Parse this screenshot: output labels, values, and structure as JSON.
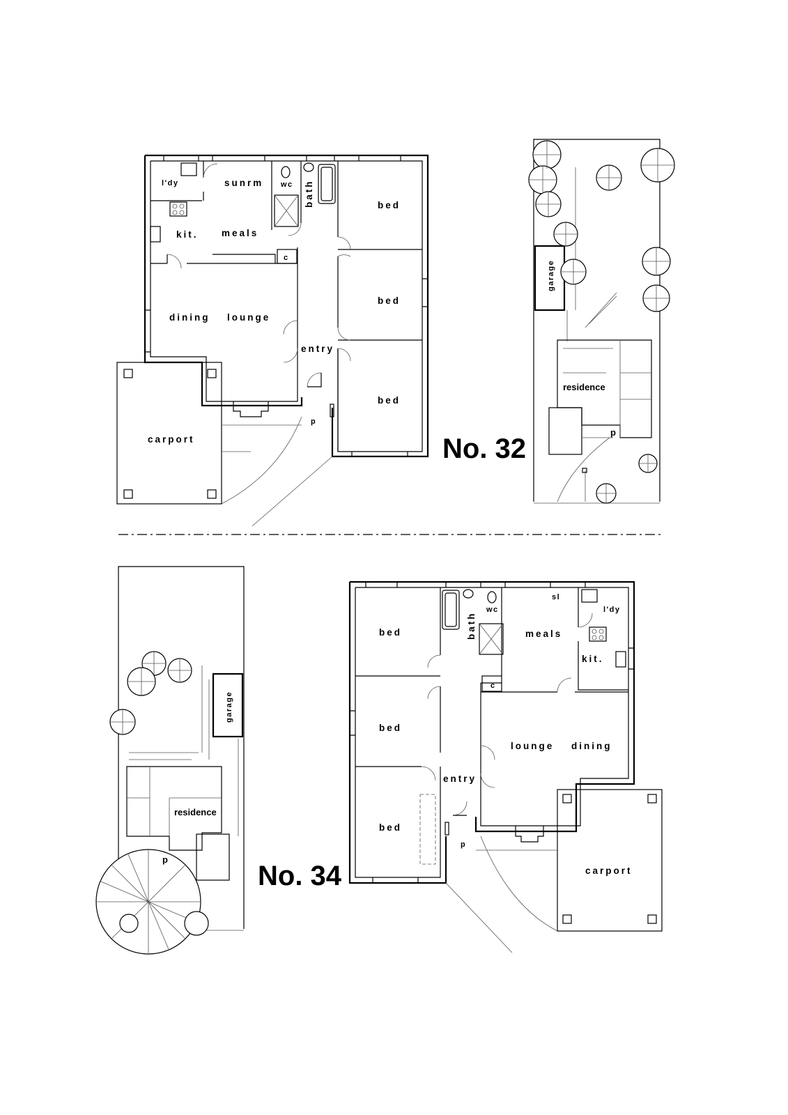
{
  "plan32": {
    "title": "No. 32",
    "rooms": {
      "laundry": "l'dy",
      "sunroom": "sunrm",
      "wc": "wc",
      "bath": "bath",
      "kitchen": "kit.",
      "meals": "meals",
      "cupboard": "c",
      "dining": "dining",
      "lounge": "lounge",
      "entry": "entry",
      "bed1": "bed",
      "bed2": "bed",
      "bed3": "bed",
      "porch": "p",
      "carport": "carport"
    }
  },
  "site32": {
    "garage": "garage",
    "residence": "residence",
    "porch": "p"
  },
  "plan34": {
    "title": "No. 34",
    "rooms": {
      "bed1": "bed",
      "bed2": "bed",
      "bed3": "bed",
      "bath": "bath",
      "wc": "wc",
      "sl": "sl",
      "laundry": "l'dy",
      "meals": "meals",
      "kitchen": "kit.",
      "cupboard": "c",
      "lounge": "lounge",
      "dining": "dining",
      "entry": "entry",
      "porch": "p",
      "carport": "carport"
    }
  },
  "site34": {
    "garage": "garage",
    "residence": "residence",
    "porch": "p"
  }
}
